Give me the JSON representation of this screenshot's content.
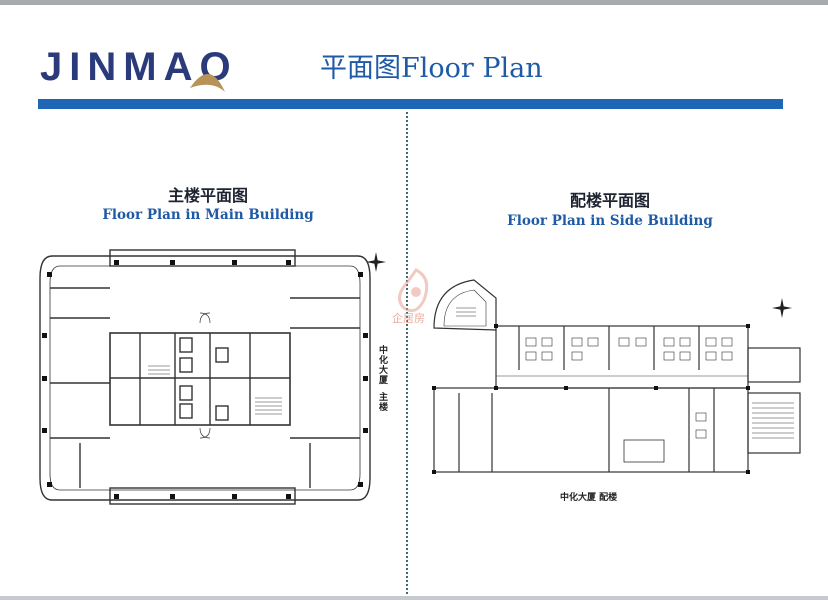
{
  "header": {
    "logo_text": "JINMAO",
    "title": "平面图Floor Plan"
  },
  "main_building": {
    "title_cn": "主楼平面图",
    "title_en": "Floor Plan in Main Building",
    "side_label_1": "中化大厦",
    "side_label_2": "主楼"
  },
  "side_building": {
    "title_cn": "配楼平面图",
    "title_en": "Floor Plan in Side Building",
    "bottom_label": "中化大厦 配楼"
  },
  "watermark": {
    "text": "企居房"
  },
  "colors": {
    "navy": "#2a3a7a",
    "accent_blue": "#1e67b6",
    "gold": "#b89358"
  }
}
